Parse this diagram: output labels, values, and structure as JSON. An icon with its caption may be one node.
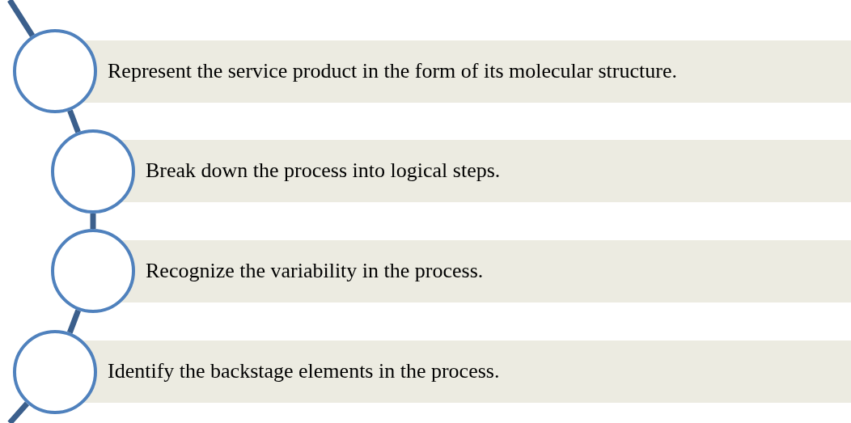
{
  "diagram": {
    "nodes": [
      {
        "text": [],
        "shape": "circle"
      },
      {
        "text": [
          "Represent the service product in the form of its molecular structure."
        ]
      },
      {
        "text": [],
        "shape": "circle"
      },
      {
        "text": [
          "Break down the process into logical steps."
        ]
      },
      {
        "text": [],
        "shape": "circle"
      },
      {
        "text": [
          "Recognize the variability in the process."
        ]
      },
      {
        "text": [],
        "shape": "circle"
      },
      {
        "text": [
          "Identify the backstage elements in the process."
        ]
      }
    ],
    "edges": [
      {
        "from": 0,
        "to": 2,
        "arrow": "none"
      },
      {
        "from": 2,
        "to": 4,
        "arrow": "none"
      },
      {
        "from": 4,
        "to": 6,
        "arrow": "none"
      }
    ]
  }
}
